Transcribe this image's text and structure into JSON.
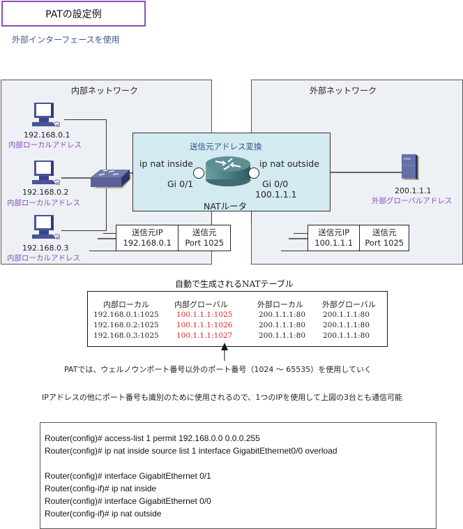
{
  "header": {
    "title": "PATの設定例",
    "subtitle": "外部インターフェースを使用"
  },
  "inside_network": {
    "label": "内部ネットワーク",
    "hosts": [
      {
        "ip": "192.168.0.1",
        "role": "内部ローカルアドレス",
        "icon": "pc-icon"
      },
      {
        "ip": "192.168.0.2",
        "role": "内部ローカルアドレス",
        "icon": "pc-icon"
      },
      {
        "ip": "192.168.0.3",
        "role": "内部ローカルアドレス",
        "icon": "pc-icon"
      }
    ],
    "switch_icon": "switch-icon",
    "packet": {
      "ip_header": "送信元IP",
      "ip_value": "192.168.0.1",
      "port_header": "送信元",
      "port_value": "Port 1025"
    }
  },
  "outside_network": {
    "label": "外部ネットワーク",
    "server": {
      "ip": "200.1.1.1",
      "role": "外部グローバルアドレス",
      "icon": "server-icon"
    },
    "packet": {
      "ip_header": "送信元IP",
      "ip_value": "100.1.1.1",
      "port_header": "送信元",
      "port_value": "Port 1025"
    }
  },
  "router": {
    "title": "送信元アドレス変換",
    "name": "NATルータ",
    "icon": "router-icon",
    "inside_cmd": "ip nat inside",
    "inside_if": "Gi 0/1",
    "outside_cmd": "ip nat outside",
    "outside_if": "Gi 0/0",
    "outside_ip": "100.1.1.1"
  },
  "nat_table": {
    "title": "自動で生成されるNATテーブル",
    "headers": [
      "内部ローカル",
      "内部グローバル",
      "外部ローカル",
      "外部グローバル"
    ],
    "rows": [
      [
        "192.168.0.1:1025",
        "100.1.1.1:1025",
        "200.1.1.1:80",
        "200.1.1.1:80"
      ],
      [
        "192.168.0.2:1025",
        "100.1.1.1:1026",
        "200.1.1.1:80",
        "200.1.1.1:80"
      ],
      [
        "192.168.0.3:1025",
        "100.1.1.1:1027",
        "200.1.1.1:80",
        "200.1.1.1:80"
      ]
    ],
    "highlight_color": "#e02020"
  },
  "notes": {
    "arrow_note": "PATでは、ウェルノウンポート番号以外のポート番号（1024 ～ 65535）を使用していく",
    "summary": "IPアドレスの他にポート番号も識別のために使用されるので、1つのIPを使用して上図の3台とも通信可能"
  },
  "config": {
    "lines": [
      "Router(config)# access-list 1 permit 192.168.0.0 0.0.0.255",
      "Router(config)# ip nat inside source list 1 interface GigabitEthernet0/0 overload",
      "",
      "Router(config)# interface GigabitEthernet 0/1",
      "Router(config-if)# ip nat inside",
      "Router(config)# interface GigabitEthernet 0/0",
      "Router(config-if)# ip nat outside"
    ]
  }
}
